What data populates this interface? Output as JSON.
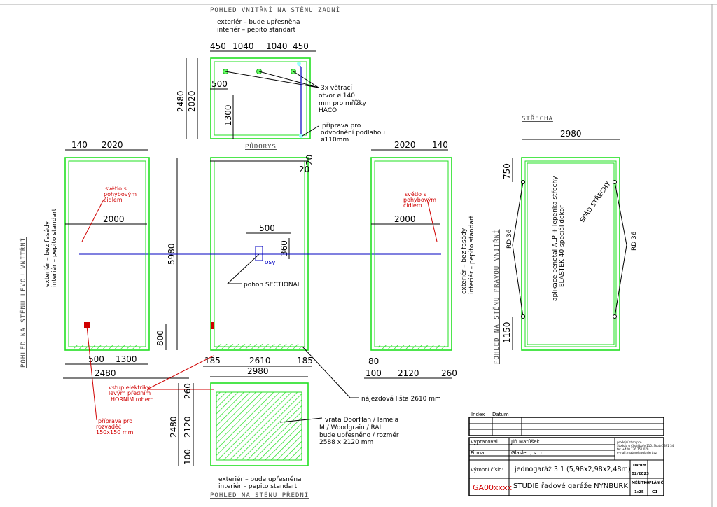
{
  "views": {
    "back": {
      "title": "POHLED VNITŘNÍ NA STĚNU ZADNÍ",
      "ext": "exteriér – bude upřesněna",
      "int": "interiér – pepito standart",
      "dims_top": [
        "450",
        "1040",
        "1040",
        "450"
      ],
      "dim_h1": "2480",
      "dim_h2": "2020",
      "dim_500": "500",
      "dim_1300": "1300",
      "vent_note": [
        "3x větrací",
        "otvor ø 140",
        "mm pro mřížky",
        "HACO"
      ],
      "drain_note": [
        "příprava pro",
        "odvodnění podlahou",
        "ø110mm"
      ]
    },
    "floor": {
      "title": "PŮDORYS",
      "dim_20a": "20",
      "dim_20b": "20",
      "dim_500": "500",
      "dim_360": "360",
      "dim_5980": "5980",
      "dim_800": "800",
      "osy": "osy",
      "pohon": "pohon SECTIONAL",
      "dims_bottom": [
        "185",
        "2610",
        "185"
      ],
      "dim_total": "2980",
      "rail_note": "nájezdová lišta 2610 mm"
    },
    "left": {
      "title": "POHLED NA STĚNU LEVOU VNITŘNÍ",
      "ext": "exteriér – bez fasády",
      "int": "interiér – pepito standart",
      "dims_top": [
        "140",
        "2020"
      ],
      "dim_2000": "2000",
      "light": [
        "světlo s",
        "pohybovým",
        "čidlem"
      ],
      "dims_bottom": [
        "500",
        "1300"
      ],
      "dim_total": "2480",
      "elec": [
        "vstup elektriky",
        "levým předním",
        "HORNÍM rohem"
      ],
      "switch": [
        "příprava pro",
        "rozvaděč",
        "150x150 mm"
      ]
    },
    "right": {
      "title": "POHLED NA STĚNU PRAVOU VNITŘNÍ",
      "ext": "exteriér – bez fasády",
      "int": "interiér – pepito standart",
      "dims_top": [
        "2020",
        "140"
      ],
      "dim_2000": "2000",
      "light": [
        "světlo s",
        "pohybovým",
        "čidlem"
      ],
      "dims_bottom": [
        "80",
        "100",
        "2120",
        "260"
      ]
    },
    "roof": {
      "title": "STŘECHA",
      "dim_2980": "2980",
      "dim_750": "750",
      "dim_1150": "1150",
      "rd_left": "RD 36",
      "rd_right": "RD 36",
      "slope": "SPÁD STŘECHY",
      "note": [
        "aplikace penetal ALP + lepenka střechy",
        "ELASTEK 40 speciál dekor"
      ]
    },
    "front": {
      "title": "POHLED NA STĚNU PŘEDNÍ",
      "ext": "exteriér – bude upřesněna",
      "int": "interiér – pepito standart",
      "dim_2480": "2480",
      "dims_right": [
        "260",
        "2120",
        "100"
      ],
      "door": [
        "vrata DoorHan / lamela",
        "M / Woodgrain / RAL",
        "bude upřesněno / rozměr",
        "2588 x 2120 mm"
      ]
    }
  },
  "title_block": {
    "rev_headers": [
      "Index",
      "Datum"
    ],
    "prepared_label": "Vypracoval",
    "prepared": "Jiří Matůšek",
    "company_label": "Firma",
    "company": "Glaslert, s.r.o.",
    "contact": [
      "prodejní zástupce",
      "Stodola u Chotěboře 115, Skuteč 391 34",
      "tel: +420 736 751 079",
      "e-mail: matusek@glaslert.cz"
    ],
    "product_label": "Výrobní číslo:",
    "product": "jednogaráž 3.1 (5,98x2,98x2,48m)",
    "date_label": "Datum",
    "date": "02/2023",
    "code": "GA00xxxx",
    "study": "STUDIE řadové garáže NYNBURK",
    "scale_label": "MĚŘÍTKO",
    "scale": "1:25",
    "sheet_label": "PLÁN Č.",
    "sheet": "G1-"
  },
  "colors": {
    "wall": "#22e022",
    "annot": "#d00000",
    "axis": "#0000c0"
  }
}
